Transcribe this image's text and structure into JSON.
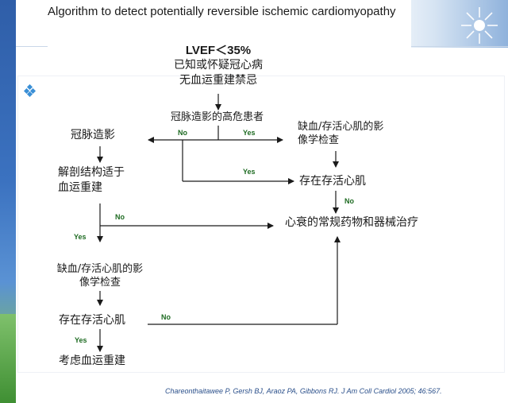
{
  "slide": {
    "title": "Algorithm to detect potentially reversible ischemic cardiomyopathy",
    "citation": "Chareonthaitawee P, Gersh BJ, Araoz PA, Gibbons RJ. J Am Coll Cardiol 2005; 46:567."
  },
  "flowchart": {
    "start": {
      "line1": "LVEF＜35%",
      "line2": "已知或怀疑冠心病",
      "line3": "无血运重建禁忌"
    },
    "decision": "冠脉造影的高危患者",
    "left_branch": {
      "node1": "冠脉造影",
      "node2_line1": "解剖结构适于",
      "node2_line2": "血运重建",
      "node3_line1": "缺血/存活心肌的影",
      "node3_line2": "像学检查",
      "node4": "存在存活心肌",
      "node5": "考虑血运重建"
    },
    "right_branch": {
      "node1_line1": "缺血/存活心肌的影",
      "node1_line2": "像学检查",
      "node2": "存在存活心肌",
      "therapy": "心衰的常规药物和器械治疗"
    },
    "labels": {
      "no": "No",
      "yes": "Yes"
    }
  },
  "colors": {
    "label_green": "#1e6b22",
    "left_band": "#2f5ea8",
    "citation": "#2a4f8a"
  }
}
